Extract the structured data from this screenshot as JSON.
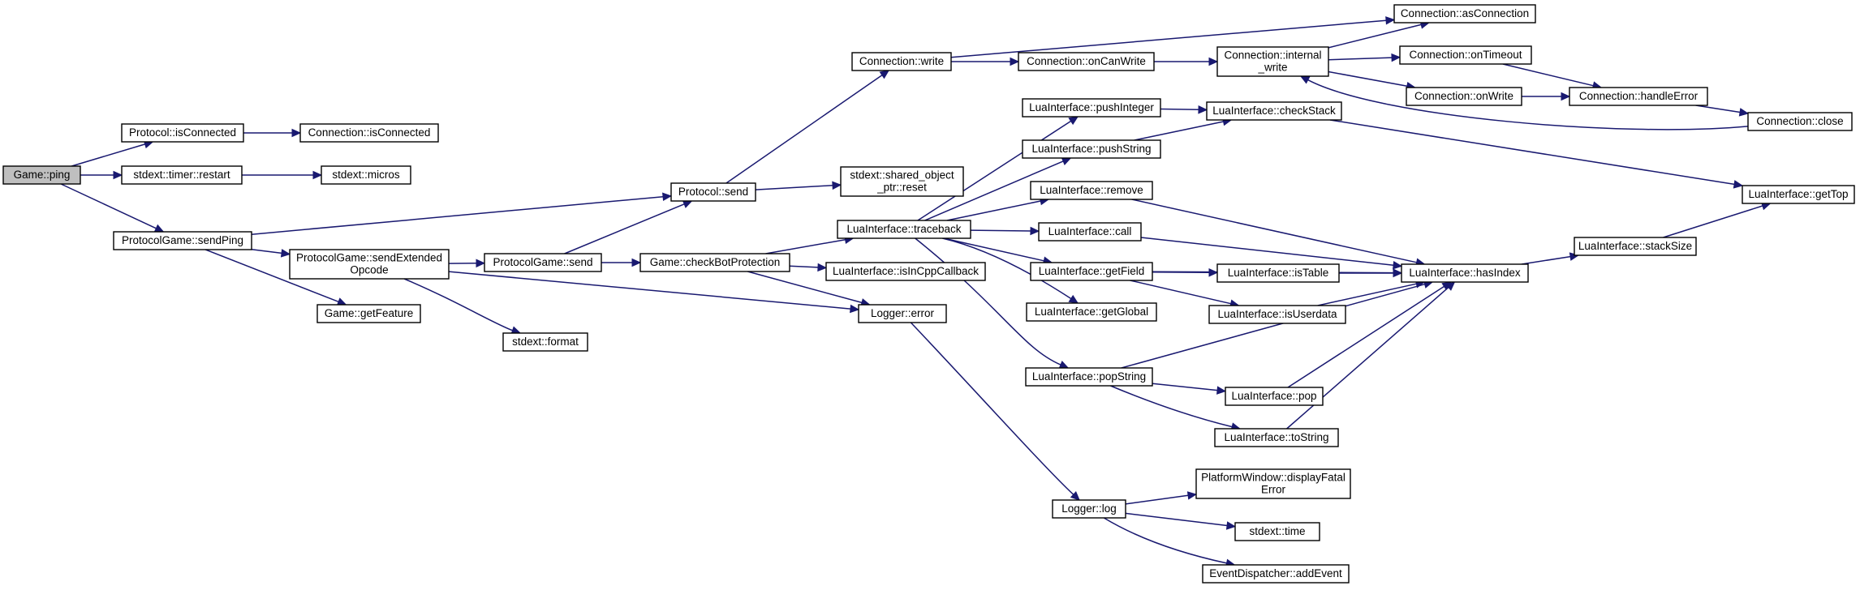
{
  "graph": {
    "nodes": {
      "n1": {
        "lines": [
          "Game::ping"
        ],
        "root": true
      },
      "n2": {
        "lines": [
          "Protocol::isConnected"
        ]
      },
      "n3": {
        "lines": [
          "Connection::isConnected"
        ]
      },
      "n4": {
        "lines": [
          "stdext::timer::restart"
        ]
      },
      "n5": {
        "lines": [
          "stdext::micros"
        ]
      },
      "n6": {
        "lines": [
          "ProtocolGame::sendPing"
        ]
      },
      "n7": {
        "lines": [
          "Protocol::send"
        ]
      },
      "n8": {
        "lines": [
          "Connection::write"
        ]
      },
      "n9": {
        "lines": [
          "Connection::onCanWrite"
        ]
      },
      "n10": {
        "lines": [
          "Connection::internal",
          "_write"
        ]
      },
      "n11": {
        "lines": [
          "Connection::asConnection"
        ]
      },
      "n12": {
        "lines": [
          "Connection::onTimeout"
        ]
      },
      "n13": {
        "lines": [
          "Connection::onWrite"
        ]
      },
      "n14": {
        "lines": [
          "Connection::handleError"
        ]
      },
      "n15": {
        "lines": [
          "Connection::close"
        ]
      },
      "n16": {
        "lines": [
          "stdext::shared_object",
          "_ptr::reset"
        ]
      },
      "n17": {
        "lines": [
          "ProtocolGame::sendExtended",
          "Opcode"
        ]
      },
      "n18": {
        "lines": [
          "ProtocolGame::send"
        ]
      },
      "n19": {
        "lines": [
          "Game::checkBotProtection"
        ]
      },
      "n20": {
        "lines": [
          "Game::getFeature"
        ]
      },
      "n21": {
        "lines": [
          "stdext::format"
        ]
      },
      "n22": {
        "lines": [
          "Logger::error"
        ]
      },
      "n23": {
        "lines": [
          "LuaInterface::traceback"
        ]
      },
      "n24": {
        "lines": [
          "LuaInterface::isInCppCallback"
        ]
      },
      "n25": {
        "lines": [
          "LuaInterface::pushInteger"
        ]
      },
      "n26": {
        "lines": [
          "LuaInterface::pushString"
        ]
      },
      "n27": {
        "lines": [
          "LuaInterface::checkStack"
        ]
      },
      "n28": {
        "lines": [
          "LuaInterface::remove"
        ]
      },
      "n29": {
        "lines": [
          "LuaInterface::call"
        ]
      },
      "n30": {
        "lines": [
          "LuaInterface::getField"
        ]
      },
      "n31": {
        "lines": [
          "LuaInterface::getGlobal"
        ]
      },
      "n32": {
        "lines": [
          "LuaInterface::isTable"
        ]
      },
      "n33": {
        "lines": [
          "LuaInterface::isUserdata"
        ]
      },
      "n34": {
        "lines": [
          "LuaInterface::hasIndex"
        ]
      },
      "n35": {
        "lines": [
          "LuaInterface::stackSize"
        ]
      },
      "n36": {
        "lines": [
          "LuaInterface::getTop"
        ]
      },
      "n37": {
        "lines": [
          "LuaInterface::popString"
        ]
      },
      "n38": {
        "lines": [
          "LuaInterface::pop"
        ]
      },
      "n39": {
        "lines": [
          "LuaInterface::toString"
        ]
      },
      "n40": {
        "lines": [
          "Logger::log"
        ]
      },
      "n41": {
        "lines": [
          "PlatformWindow::displayFatal",
          "Error"
        ]
      },
      "n42": {
        "lines": [
          "stdext::time"
        ]
      },
      "n43": {
        "lines": [
          "EventDispatcher::addEvent"
        ]
      }
    },
    "edges": [
      [
        "n1",
        "n2"
      ],
      [
        "n1",
        "n4"
      ],
      [
        "n1",
        "n6"
      ],
      [
        "n2",
        "n3"
      ],
      [
        "n4",
        "n5"
      ],
      [
        "n6",
        "n7"
      ],
      [
        "n6",
        "n17"
      ],
      [
        "n6",
        "n20"
      ],
      [
        "n7",
        "n8"
      ],
      [
        "n7",
        "n16"
      ],
      [
        "n8",
        "n9"
      ],
      [
        "n8",
        "n11"
      ],
      [
        "n9",
        "n10"
      ],
      [
        "n10",
        "n11"
      ],
      [
        "n10",
        "n12"
      ],
      [
        "n10",
        "n13"
      ],
      [
        "n12",
        "n14"
      ],
      [
        "n13",
        "n14"
      ],
      [
        "n14",
        "n15"
      ],
      [
        "n15",
        "n10"
      ],
      [
        "n17",
        "n18"
      ],
      [
        "n17",
        "n21"
      ],
      [
        "n17",
        "n22"
      ],
      [
        "n18",
        "n7"
      ],
      [
        "n18",
        "n19"
      ],
      [
        "n19",
        "n23"
      ],
      [
        "n19",
        "n24"
      ],
      [
        "n19",
        "n22"
      ],
      [
        "n22",
        "n40"
      ],
      [
        "n23",
        "n25"
      ],
      [
        "n23",
        "n26"
      ],
      [
        "n23",
        "n28"
      ],
      [
        "n23",
        "n29"
      ],
      [
        "n23",
        "n30"
      ],
      [
        "n23",
        "n31"
      ],
      [
        "n23",
        "n37"
      ],
      [
        "n25",
        "n27"
      ],
      [
        "n26",
        "n27"
      ],
      [
        "n27",
        "n36"
      ],
      [
        "n28",
        "n34"
      ],
      [
        "n29",
        "n34"
      ],
      [
        "n30",
        "n34"
      ],
      [
        "n30",
        "n32"
      ],
      [
        "n30",
        "n33"
      ],
      [
        "n32",
        "n34"
      ],
      [
        "n33",
        "n34"
      ],
      [
        "n34",
        "n35"
      ],
      [
        "n35",
        "n36"
      ],
      [
        "n37",
        "n34"
      ],
      [
        "n37",
        "n38"
      ],
      [
        "n37",
        "n39"
      ],
      [
        "n38",
        "n34"
      ],
      [
        "n39",
        "n34"
      ],
      [
        "n40",
        "n41"
      ],
      [
        "n40",
        "n42"
      ],
      [
        "n40",
        "n43"
      ]
    ]
  }
}
